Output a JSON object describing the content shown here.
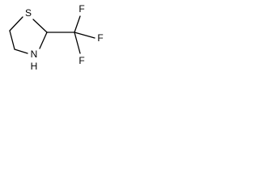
{
  "molecule": {
    "atoms": {
      "sulfur": "S",
      "nitrogen_h": "N\nH",
      "nitrogen": "N",
      "hydrogen": "H",
      "fluorine_top": "F",
      "fluorine_right": "F",
      "fluorine_bottom": "F"
    }
  }
}
